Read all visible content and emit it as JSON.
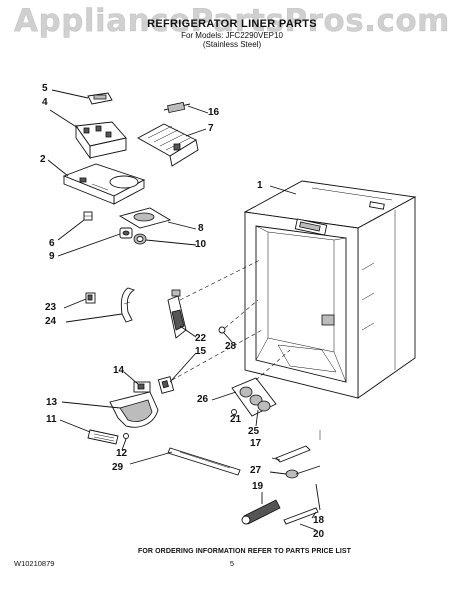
{
  "header": {
    "watermark": "AppliancePartsPros.com",
    "title": "REFRIGERATOR LINER PARTS",
    "models_line": "For Models: JFC2290VEP10",
    "finish_line": "(Stainless Steel)"
  },
  "callouts": {
    "n1": "1",
    "n2": "2",
    "n4": "4",
    "n5": "5",
    "n6": "6",
    "n7": "7",
    "n8": "8",
    "n9": "9",
    "n10": "10",
    "n11": "11",
    "n12": "12",
    "n13": "13",
    "n14": "14",
    "n15": "15",
    "n16": "16",
    "n17": "17",
    "n18": "18",
    "n19": "19",
    "n20": "20",
    "n21": "21",
    "n22": "22",
    "n23": "23",
    "n24": "24",
    "n25": "25",
    "n26": "26",
    "n27": "27",
    "n28": "28",
    "n29": "29"
  },
  "footer": {
    "ordering_note": "FOR ORDERING INFORMATION REFER TO PARTS PRICE LIST",
    "doc_number": "W10210879",
    "page_number": "5"
  }
}
